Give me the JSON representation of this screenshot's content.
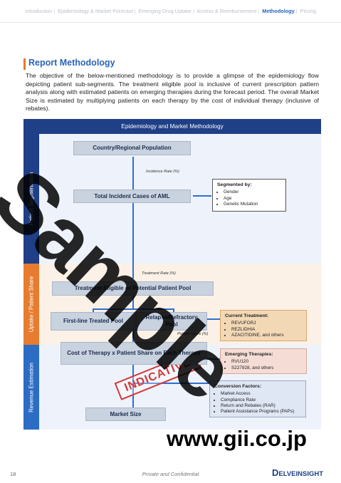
{
  "nav": {
    "items": [
      "Introduction",
      "Epidemiology & Market Forecast",
      "Emerging Drug Uptake",
      "Access & Reimbursement",
      "Methodology",
      "Pricing"
    ],
    "active": "Methodology"
  },
  "section": {
    "title": "Report Methodology",
    "intro": "The objective of the below-mentioned methodology is to provide a glimpse of the epidemiology flow depicting patient sub-segments. The treatment eligible pool is inclusive of current prescription pattern analysis along with estimated patients on emerging therapies during the forecast period. The overall Market Size is estimated by multiplying patients on each therapy by the cost of individual therapy (inclusive of rebates)."
  },
  "diagram": {
    "header": "Epidemiology and Market Methodology",
    "bands": [
      "Patient Segmentation",
      "Uptake / Patient Share",
      "Revenue Estimation"
    ],
    "boxes": {
      "population": "Country/Regional Population",
      "total_cases": "Total Incident Cases of AML",
      "eligible_pool": "Treatment Eligible or Potential Patient Pool",
      "first_line": "First-line Treated Pool",
      "relapse": "Relapse/Refractory Pool",
      "cost": "Cost of Therapy x Patient Share on Each Therapy",
      "market_size": "Market Size"
    },
    "labels": {
      "incidence": "Incidence Rate (%)",
      "treatment": "Treatment Rate (%)",
      "patient_share": "Patient Share (%)"
    },
    "segmented": {
      "title": "Segmented by:",
      "items": [
        "Gender",
        "Age",
        "Genetic Mutation"
      ]
    },
    "current": {
      "title": "Current Treatment:",
      "items": [
        "REVUFORJ",
        "REZLIDHIA",
        "AZACITIDINE, and others"
      ]
    },
    "emerging": {
      "title": "Emerging Therapies:",
      "items": [
        "RVU120",
        "S227928, and others"
      ]
    },
    "conversion": {
      "title": "Conversion Factors:",
      "items": [
        "Market Access",
        "Compliance Rate",
        "Return and Rebates (RAR)",
        "Patient Assistance Programs (PAPs)"
      ]
    },
    "stamp": "INDICATIVE"
  },
  "watermark": {
    "text": "Sample",
    "url": "www.gii.co.jp"
  },
  "footer": {
    "page": "18",
    "center": "Private and Confidential",
    "logo": "DELVEINSIGHT"
  },
  "colors": {
    "navy": "#1f3f87",
    "orange": "#e77c2f",
    "blue": "#2b6cc4",
    "accent": "#2a64b8"
  }
}
